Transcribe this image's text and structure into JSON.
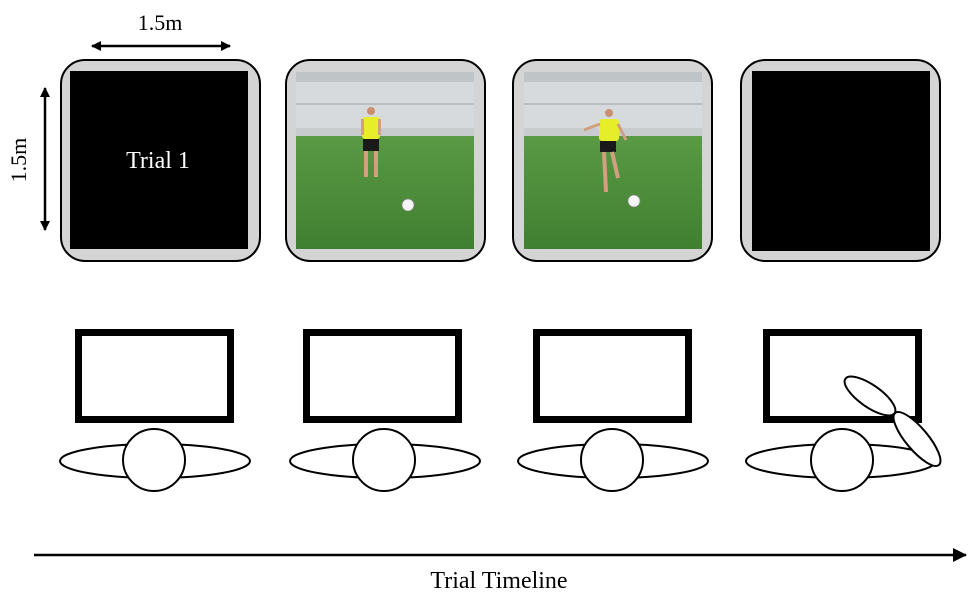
{
  "dimension_labels": {
    "width": "1.5m",
    "height": "1.5m"
  },
  "screens": [
    {
      "content": "blank",
      "text": "Trial 1"
    },
    {
      "content": "video-frame-standing"
    },
    {
      "content": "video-frame-kicking"
    },
    {
      "content": "blank",
      "text": ""
    }
  ],
  "participants": [
    {
      "pose": "seated"
    },
    {
      "pose": "seated"
    },
    {
      "pose": "seated"
    },
    {
      "pose": "responding"
    }
  ],
  "timeline": {
    "label": "Trial Timeline"
  },
  "colors": {
    "frame": "#d4d4d4",
    "screen_black": "#000000",
    "wall": "#d8dcde",
    "grass": "#4f8f3c",
    "jersey": "#e6ee2a",
    "shorts": "#1a1a1a"
  }
}
